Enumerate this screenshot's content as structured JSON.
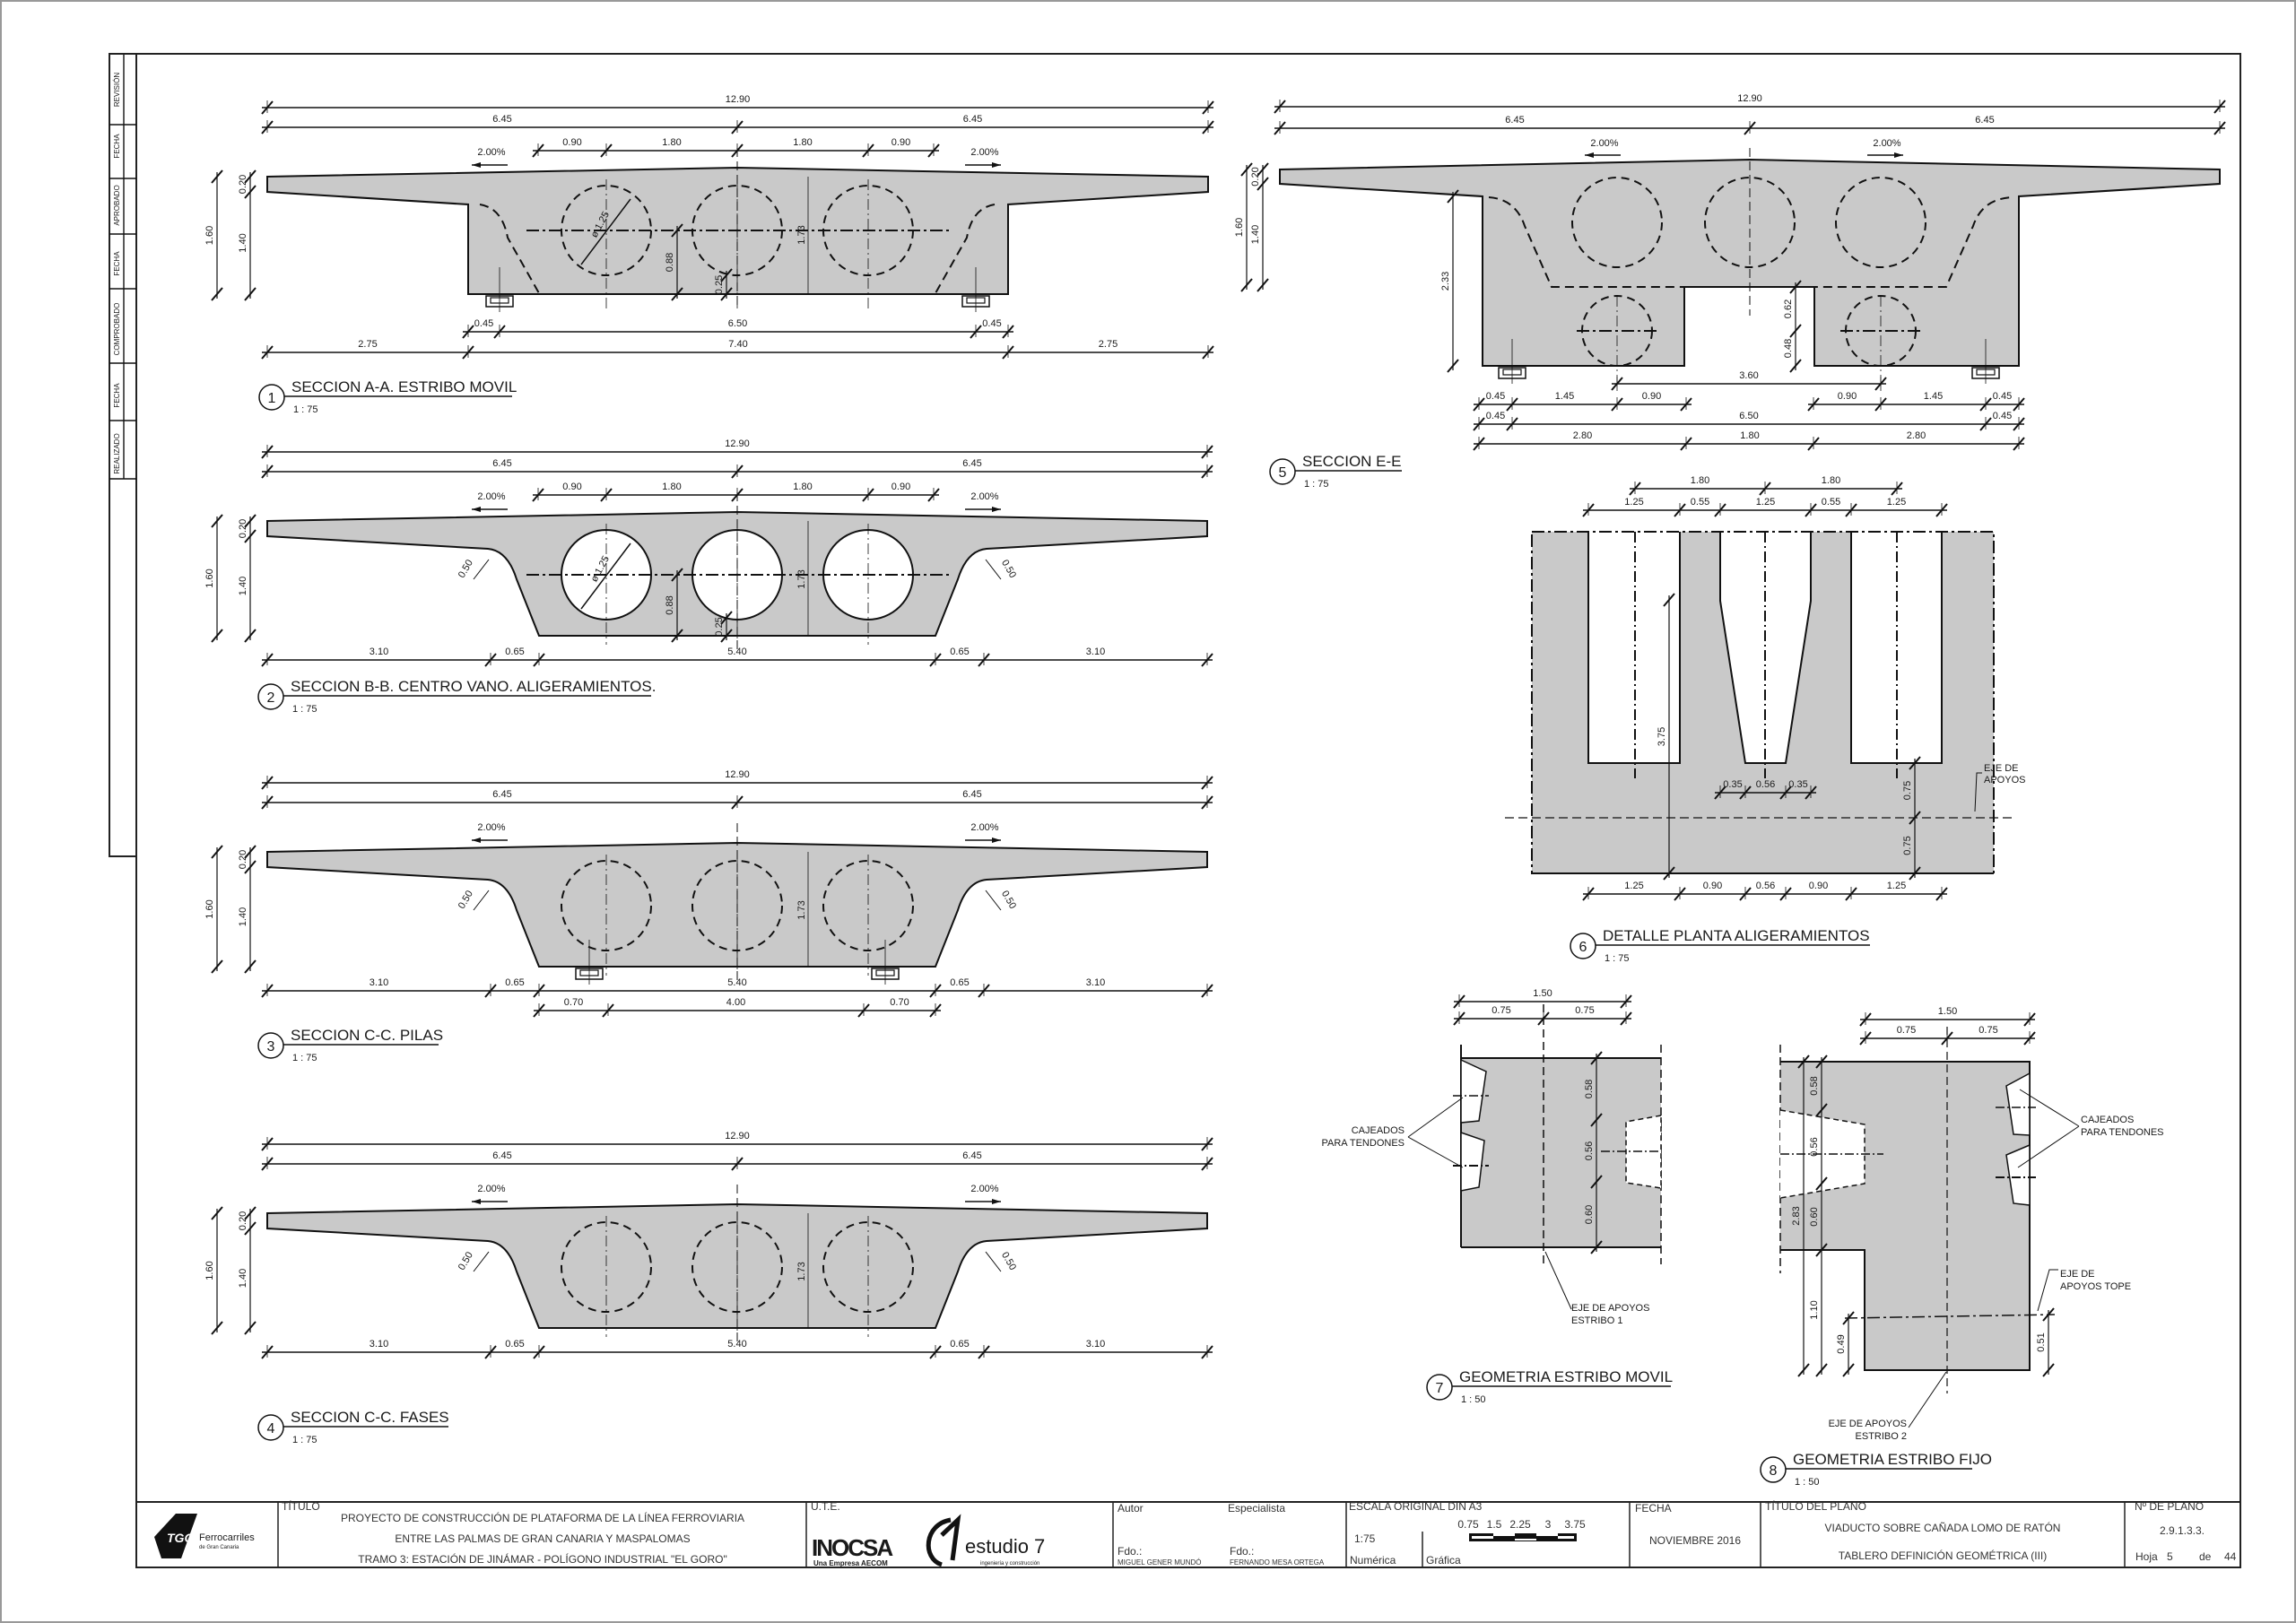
{
  "revision_block": {
    "labels": [
      "REVISIÓN",
      "FECHA",
      "APROBADO",
      "FECHA",
      "COMPROBADO",
      "FECHA",
      "REALIZADO"
    ]
  },
  "sections": {
    "s1": {
      "number": "1",
      "title": "SECCION A-A. ESTRIBO MOVIL",
      "scale": "1 : 75",
      "slope_left": "2.00%",
      "slope_right": "2.00%",
      "top_total": [
        "12.90"
      ],
      "top_half": [
        "6.45",
        "6.45"
      ],
      "voids": [
        "0.90",
        "1.80",
        "1.80",
        "0.90"
      ],
      "bottom_inner": [
        "0.45",
        "6.50",
        "0.45"
      ],
      "bottom_outer": [
        "2.75",
        "7.40",
        "2.75"
      ],
      "height_total": [
        "1.60"
      ],
      "height_parts": [
        "0.20",
        "1.40"
      ],
      "diameter": "ø 1.25",
      "v088": [
        "0.88"
      ],
      "v025": [
        "0.25"
      ],
      "v173": [
        "1.73"
      ]
    },
    "s2": {
      "number": "2",
      "title": "SECCION B-B. CENTRO VANO. ALIGERAMIENTOS.",
      "scale": "1 : 75",
      "slope_left": "2.00%",
      "slope_right": "2.00%",
      "top_total": [
        "12.90"
      ],
      "top_half": [
        "6.45",
        "6.45"
      ],
      "voids": [
        "0.90",
        "1.80",
        "1.80",
        "0.90"
      ],
      "bottom": [
        "3.10",
        "0.65",
        "5.40",
        "0.65",
        "3.10"
      ],
      "height_total": [
        "1.60"
      ],
      "height_parts": [
        "0.20",
        "1.40"
      ],
      "haunch_left": "0.50",
      "haunch_right": "0.50",
      "diameter": "ø 1.25",
      "v088": [
        "0.88"
      ],
      "v025": [
        "0.25"
      ],
      "v173": [
        "1.73"
      ]
    },
    "s3": {
      "number": "3",
      "title": "SECCION C-C. PILAS",
      "scale": "1 : 75",
      "slope_left": "2.00%",
      "slope_right": "2.00%",
      "top_total": [
        "12.90"
      ],
      "top_half": [
        "6.45",
        "6.45"
      ],
      "bottom": [
        "3.10",
        "0.65",
        "5.40",
        "0.65",
        "3.10"
      ],
      "bearings": [
        "0.70",
        "4.00",
        "0.70"
      ],
      "height_total": [
        "1.60"
      ],
      "height_parts": [
        "0.20",
        "1.40"
      ],
      "haunch_left": "0.50",
      "haunch_right": "0.50",
      "v173": [
        "1.73"
      ]
    },
    "s4": {
      "number": "4",
      "title": "SECCION C-C. FASES",
      "scale": "1 : 75",
      "slope_left": "2.00%",
      "slope_right": "2.00%",
      "top_total": [
        "12.90"
      ],
      "top_half": [
        "6.45",
        "6.45"
      ],
      "bottom": [
        "3.10",
        "0.65",
        "5.40",
        "0.65",
        "3.10"
      ],
      "height_total": [
        "1.60"
      ],
      "height_parts": [
        "0.20",
        "1.40"
      ],
      "haunch_left": "0.50",
      "haunch_right": "0.50",
      "v173": [
        "1.73"
      ]
    },
    "s5": {
      "number": "5",
      "title": "SECCION E-E",
      "scale": "1 : 75",
      "slope_left": "2.00%",
      "slope_right": "2.00%",
      "top_total": [
        "12.90"
      ],
      "top_half": [
        "6.45",
        "6.45"
      ],
      "height_total": [
        "1.60"
      ],
      "height_parts": [
        "0.20",
        "1.40"
      ],
      "v233": [
        "2.33"
      ],
      "notch": [
        "0.62",
        "0.48"
      ],
      "axis_span": [
        "3.60"
      ],
      "row1_left": [
        "0.45",
        "1.45",
        "0.90"
      ],
      "row1_right": [
        "0.90",
        "1.45",
        "0.45"
      ],
      "row2": [
        "0.45",
        "6.50",
        "0.45"
      ],
      "row3": [
        "2.80",
        "1.80",
        "2.80"
      ]
    },
    "s6": {
      "number": "6",
      "title": "DETALLE PLANTA ALIGERAMIENTOS",
      "scale": "1 : 75",
      "top_axes": [
        "1.80",
        "1.80"
      ],
      "top_widths": [
        "1.25",
        "0.55",
        "1.25",
        "0.55",
        "1.25"
      ],
      "depth": [
        "3.75"
      ],
      "taper": [
        "0.35",
        "0.56",
        "0.35"
      ],
      "axis_offsets": [
        "0.75",
        "0.75"
      ],
      "bottom": [
        "1.25",
        "0.90",
        "0.56",
        "0.90",
        "1.25"
      ],
      "axis_label": [
        "EJE DE",
        "APOYOS"
      ]
    },
    "s7": {
      "number": "7",
      "title": "GEOMETRIA ESTRIBO MOVIL",
      "scale": "1 : 50",
      "top_total": [
        "1.50"
      ],
      "top_half": [
        "0.75",
        "0.75"
      ],
      "vertical": [
        "0.58",
        "0.56",
        "0.60"
      ],
      "tendons_label": [
        "CAJEADOS",
        "PARA TENDONES"
      ],
      "axis_label": [
        "EJE DE APOYOS",
        "ESTRIBO 1"
      ]
    },
    "s8": {
      "number": "8",
      "title": "GEOMETRIA ESTRIBO FIJO",
      "scale": "1 : 50",
      "top_total": [
        "1.50"
      ],
      "top_half": [
        "0.75",
        "0.75"
      ],
      "vertical": [
        "0.58",
        "0.56",
        "0.60",
        "1.10"
      ],
      "total": [
        "2.83"
      ],
      "v049": [
        "0.49"
      ],
      "v051": [
        "0.51"
      ],
      "tendons_label": [
        "CAJEADOS",
        "PARA TENDONES"
      ],
      "tope_label": [
        "EJE DE",
        "APOYOS TOPE"
      ],
      "axis_label": [
        "EJE DE APOYOS",
        "ESTRIBO 2"
      ]
    }
  },
  "title_block": {
    "client_logo": {
      "mark": "TGC",
      "name": "Ferrocarriles",
      "sub": "de Gran Canaria"
    },
    "title_label": "TÍTULO",
    "project_lines": [
      "PROYECTO DE CONSTRUCCIÓN DE PLATAFORMA DE LA LÍNEA FERROVIARIA",
      "ENTRE LAS PALMAS DE GRAN CANARIA Y MASPALOMAS",
      "TRAMO 3: ESTACIÓN DE JINÁMAR - POLÍGONO INDUSTRIAL \"EL GORO\""
    ],
    "ute_label": "U.T.E.",
    "ute_logo_1": "INOCSA",
    "ute_logo_1_sub": "Una Empresa AECOM",
    "ute_logo_2": "estudio 7",
    "ute_logo_2_sub": "ingeniería y construcción",
    "author_label": "Autor",
    "specialist_label": "Especialista",
    "fdo_label": "Fdo.:",
    "author_name": "MIGUEL GENER MUNDÓ",
    "specialist_name": "FERNANDO MESA ORTEGA",
    "scale_label": "ESCALA ORIGINAL DIN A3",
    "scale_value": "1:75",
    "scale_numeric_label": "Numérica",
    "scale_graphic_label": "Gráfica",
    "scale_bar_ticks": [
      "0.75",
      "1.5",
      "2.25",
      "3",
      "3.75"
    ],
    "date_label": "FECHA",
    "date_value": "NOVIEMBRE 2016",
    "plan_title_label": "TÍTULO DEL PLANO",
    "plan_title_1": "VIADUCTO SOBRE CAÑADA LOMO DE RATÓN",
    "plan_title_2": "TABLERO DEFINICIÓN GEOMÉTRICA (III)",
    "plan_number_label": "Nº DE PLANO",
    "plan_number": "2.9.1.3.3.",
    "sheet_label": "Hoja",
    "sheet_value": "5",
    "sheet_of": "de",
    "sheet_total": "44"
  }
}
